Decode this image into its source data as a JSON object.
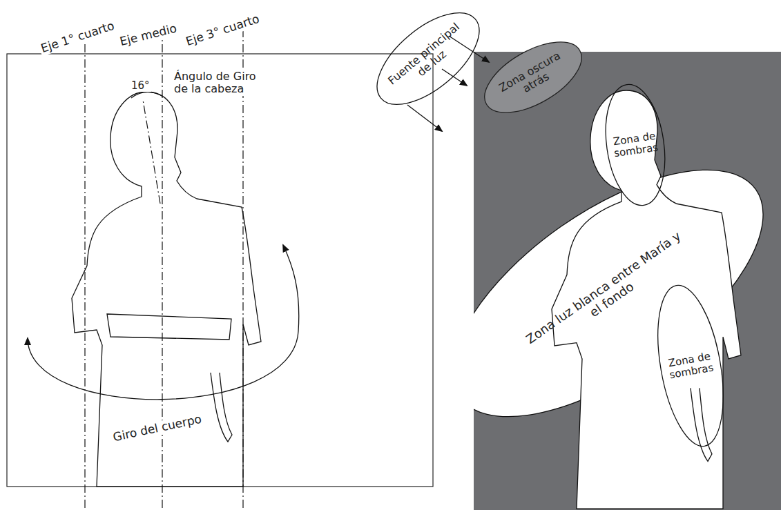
{
  "diagram": {
    "nodes": [
      {
        "text": [
          "Fuente principal de luz"
        ]
      },
      {
        "text": [
          "Zona oscura atrás"
        ]
      },
      {
        "text": [
          "Zona de sombras"
        ]
      },
      {
        "text": [
          "Zona luz blanca entre María y el fondo"
        ]
      },
      {
        "text": [
          "Zona de sombras"
        ]
      }
    ],
    "labels": [
      "Eje 1° cuarto",
      "Eje medio",
      "Eje 3° cuarto",
      "16°",
      "Ángulo de Giro de la cabeza",
      "Giro del cuerpo"
    ]
  }
}
